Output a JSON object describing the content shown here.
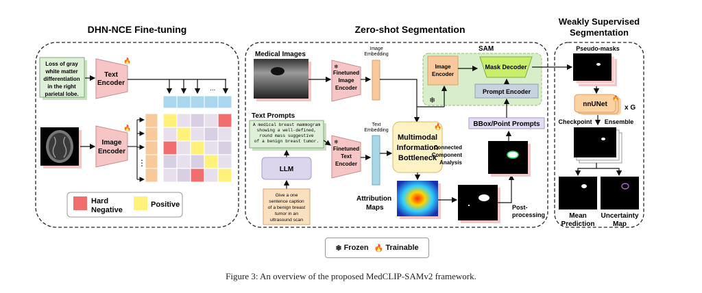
{
  "sections": {
    "dhn_title": "DHN-NCE Fine-tuning",
    "zero_title": "Zero-shot Segmentation",
    "weak_title_line1": "Weakly Supervised",
    "weak_title_line2": "Segmentation"
  },
  "dhn": {
    "text_input": [
      "Loss of gray",
      "white matter",
      "differentiation",
      "in the right",
      "parietal lobe."
    ],
    "text_encoder": [
      "Text",
      "Encoder"
    ],
    "image_encoder": [
      "Image",
      "Encoder"
    ],
    "ellipsis_h": "...",
    "ellipsis_v": "⋮",
    "legend_hard": [
      "Hard",
      "Negative"
    ],
    "legend_positive": "Positive"
  },
  "zero": {
    "medical_images": "Medical Images",
    "finetuned_image_encoder": [
      "Finetuned",
      "Image",
      "Encoder"
    ],
    "image_embedding": [
      "Image",
      "Embedding"
    ],
    "sam_label": "SAM",
    "sam_image_encoder": [
      "Image",
      "Encoder"
    ],
    "mask_decoder": "Mask Decoder",
    "prompt_encoder": "Prompt Encoder",
    "text_prompts": "Text Prompts",
    "text_prompt_body": [
      "A medical breast mammogram",
      "showing a well-defined,",
      "round mass suggestive",
      "of a benign breast tumor."
    ],
    "llm": "LLM",
    "instruction": [
      "Give a one",
      "sentence caption",
      "of a benign breast",
      "tumor in an",
      "ultrasound scan"
    ],
    "finetuned_text_encoder": [
      "Finetuned",
      "Text",
      "Encoder"
    ],
    "text_embedding": [
      "Text",
      "Embedding"
    ],
    "bottleneck": [
      "Multimodal",
      "Information",
      "Bottleneck"
    ],
    "bbox_prompts": "BBox/Point Prompts",
    "connected": [
      "Connected",
      "Component",
      "Analysis"
    ],
    "attribution": [
      "Attribution",
      "Maps"
    ],
    "post": [
      "Post-",
      "processing"
    ]
  },
  "weak": {
    "pseudo_masks": "Pseudo-masks",
    "nnunet": "nnUNet",
    "xg": "x G",
    "checkpoint": "Checkpoint",
    "ensemble": "Ensemble",
    "mean_prediction": [
      "Mean",
      "Prediction"
    ],
    "uncertainty_map": [
      "Uncertainty",
      "Map"
    ]
  },
  "legend": {
    "frozen": "Frozen",
    "trainable": "Trainable"
  },
  "caption": "Figure 3: An overview of the proposed MedCLIP-SAMv2 framework.",
  "colors": {
    "text_box_bg": "#dff0d8",
    "encoder_pink": "#f6c6c6",
    "embedding_orange": "#f7c99b",
    "embedding_cyan": "#a8d8e8",
    "hard_negative": "#f26d6d",
    "positive": "#fff27a",
    "grid_light": "#d9cfe3",
    "sam_green": "#d8eecb",
    "mask_decoder_green": "#c8ee6a",
    "prompt_encoder_gray": "#c7d3de",
    "bottleneck_yellow": "#fff2c4",
    "llm_purple": "#dcd6ec",
    "nnunet_orange": "#fbd2a0",
    "bbox_purple": "#e3dcf2"
  }
}
